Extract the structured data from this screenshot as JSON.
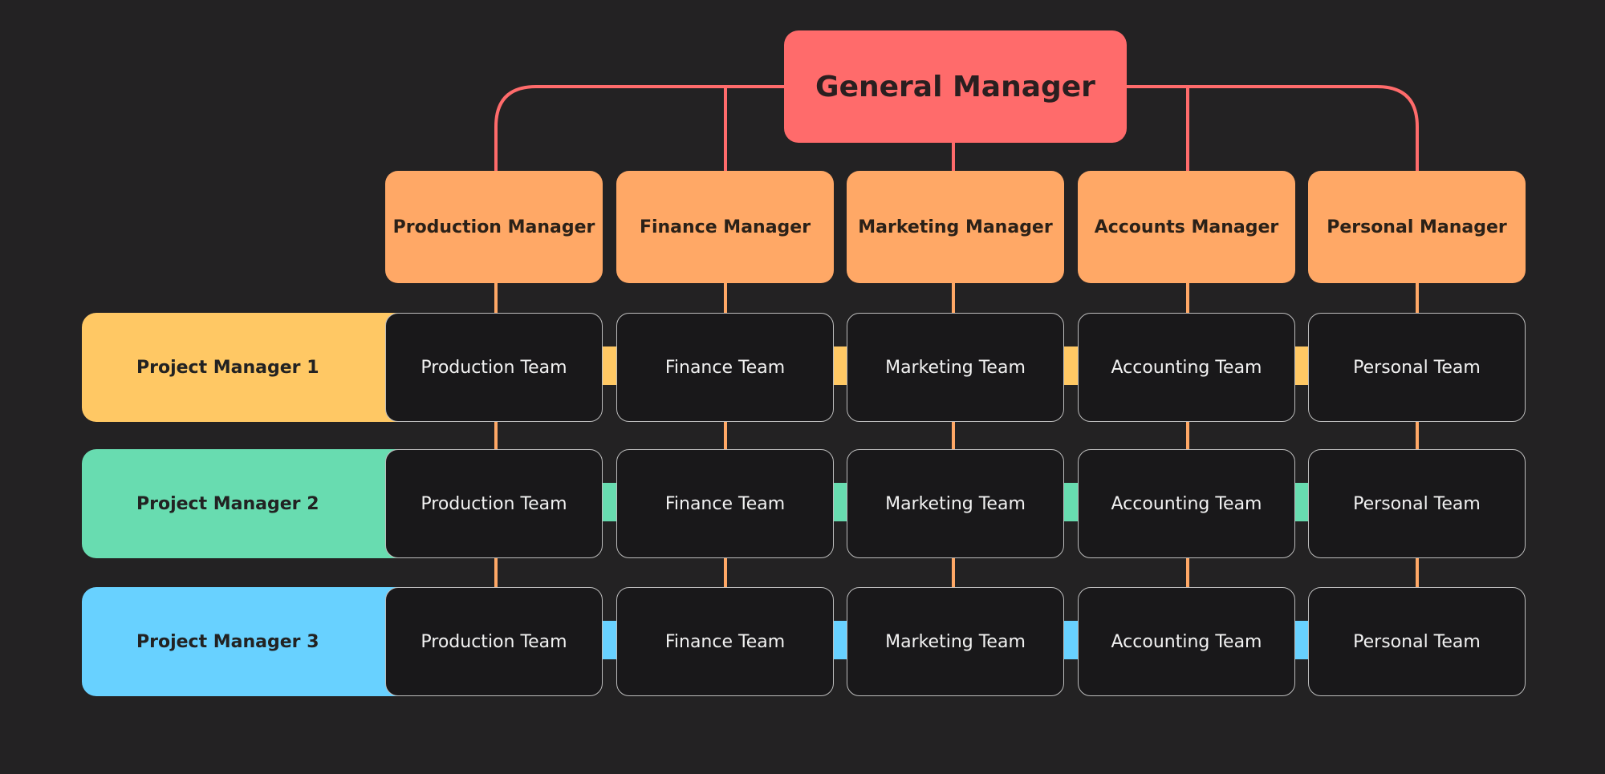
{
  "general_manager": {
    "label": "General Manager"
  },
  "managers": [
    {
      "label": "Production Manager"
    },
    {
      "label": "Finance Manager"
    },
    {
      "label": "Marketing Manager"
    },
    {
      "label": "Accounts Manager"
    },
    {
      "label": "Personal Manager"
    }
  ],
  "project_managers": [
    {
      "label": "Project Manager  1",
      "color": "#ffc864"
    },
    {
      "label": "Project Manager  2",
      "color": "#68dcb0"
    },
    {
      "label": "Project Manager  3",
      "color": "#68d1ff"
    }
  ],
  "teams": [
    {
      "label": "Production Team"
    },
    {
      "label": "Finance Team"
    },
    {
      "label": "Marketing Team"
    },
    {
      "label": "Accounting Team"
    },
    {
      "label": "Personal Team"
    }
  ],
  "colors": {
    "background": "#232223",
    "general_manager": "#ff6b6b",
    "manager": "#ffa866",
    "team_fill": "#19181a",
    "team_border": "#bdbdbd",
    "connector_top": "#ff6b6b",
    "connector_vertical": "#ffa866"
  }
}
